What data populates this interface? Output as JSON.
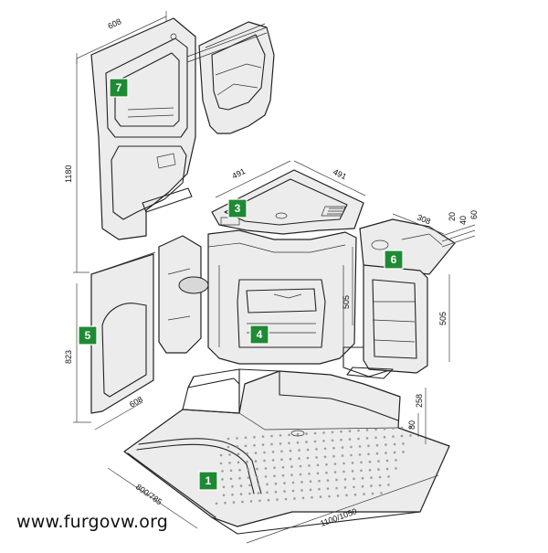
{
  "diagram": {
    "part_labels": [
      "1",
      "3",
      "4",
      "5",
      "6",
      "7"
    ],
    "dimensions": {
      "top_width": "608",
      "height_total": "1180",
      "lower_height": "823",
      "lower_width": "608",
      "basin_width_a": "491",
      "basin_width_b": "491",
      "basin_height": "505",
      "cabinet_width": "308",
      "cabinet_height": "505",
      "spacer_20": "20",
      "spacer_40": "40",
      "spacer_60": "60",
      "tray_height": "258",
      "tray_rim": "80",
      "tray_depth": "800/785",
      "tray_length": "1100/1050"
    },
    "watermark": "www.furgovw.org"
  }
}
